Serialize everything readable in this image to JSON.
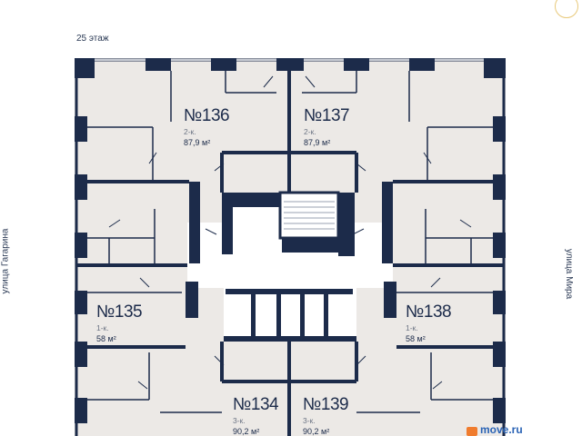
{
  "floor": {
    "label": "25 этаж"
  },
  "streets": {
    "left": "улица Гагарина",
    "right": "улица Мира"
  },
  "apartments": [
    {
      "number": "№136",
      "rooms": "2-к.",
      "area": "87,9 м²"
    },
    {
      "number": "№137",
      "rooms": "2-к.",
      "area": "87,9 м²"
    },
    {
      "number": "№135",
      "rooms": "1-к.",
      "area": "58 м²"
    },
    {
      "number": "№138",
      "rooms": "1-к.",
      "area": "58 м²"
    },
    {
      "number": "№134",
      "rooms": "3-к.",
      "area": "90,2 м²"
    },
    {
      "number": "№139",
      "rooms": "3-к.",
      "area": "90,2 м²"
    }
  ],
  "brand": {
    "text": "move.ru"
  },
  "colors": {
    "wall": "#1c2b4a",
    "floor": "#ece9e6",
    "corridor": "#ffffff",
    "text": "#1c2b4a",
    "muted": "#6c7484"
  }
}
